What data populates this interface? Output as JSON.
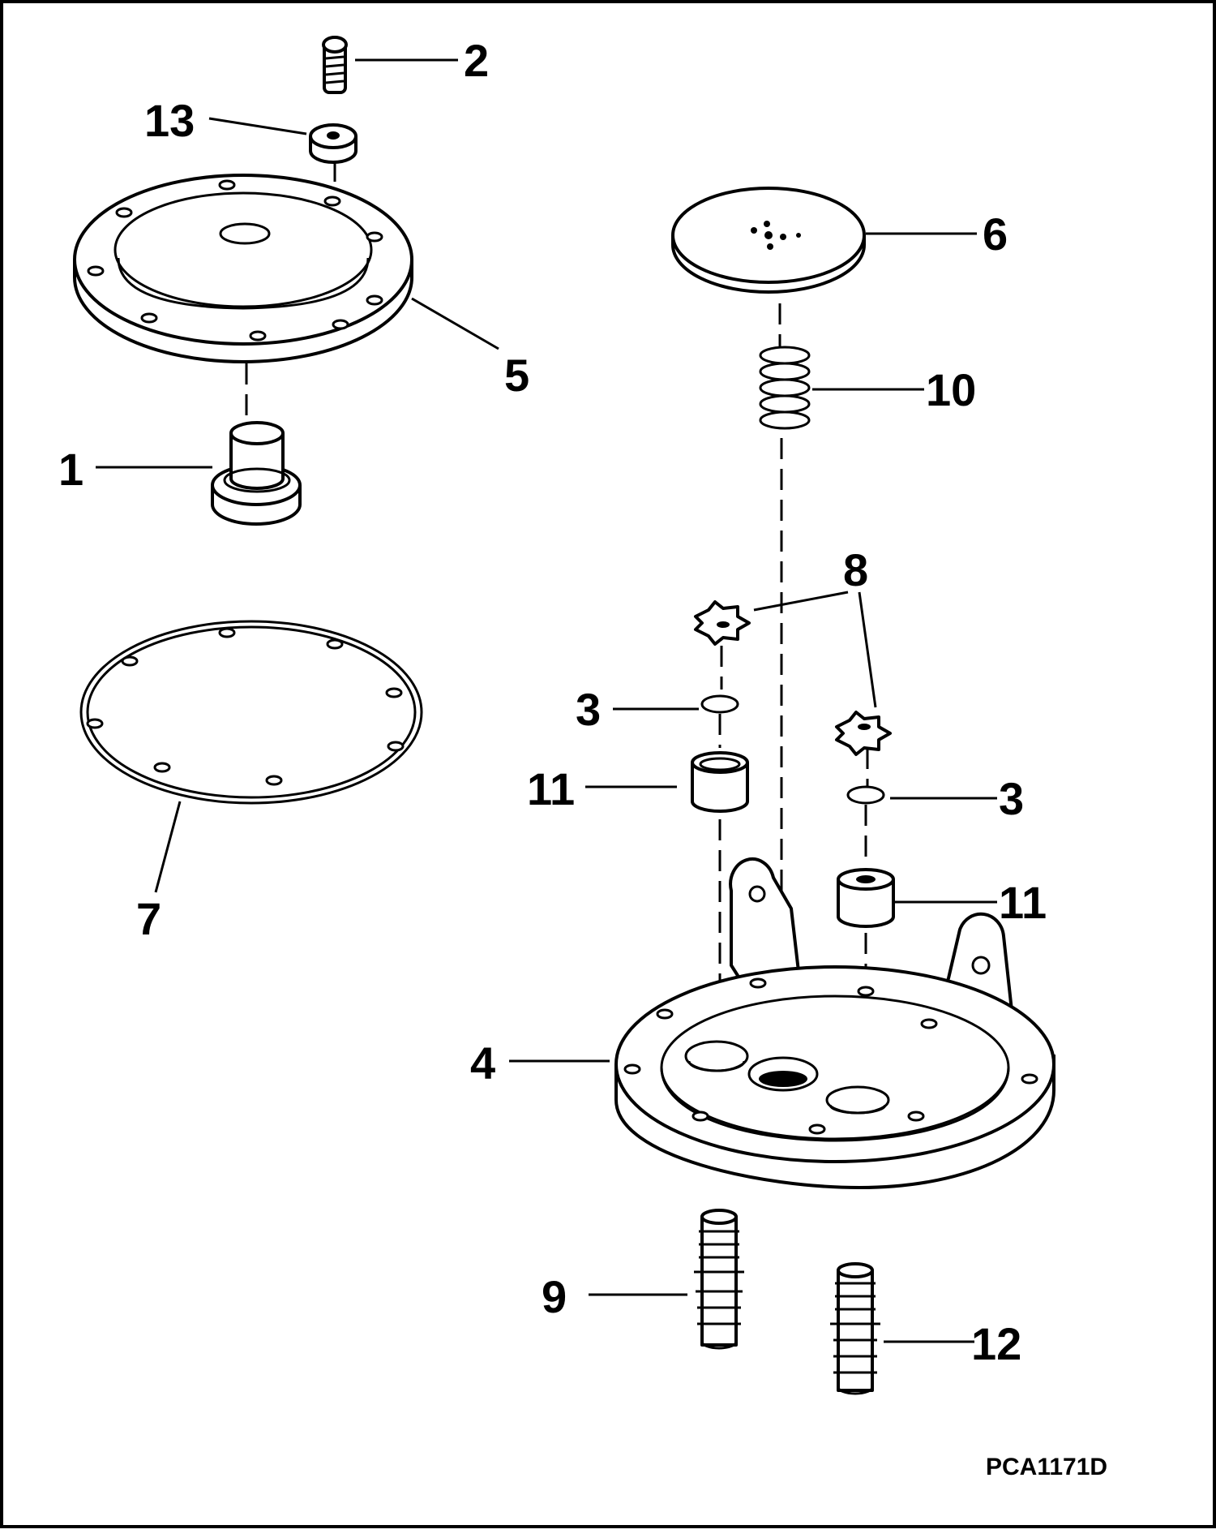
{
  "figure_code": "PCA1171D",
  "callouts": {
    "p1": "1",
    "p2": "2",
    "p3a": "3",
    "p3b": "3",
    "p4": "4",
    "p5": "5",
    "p6": "6",
    "p7": "7",
    "p8": "8",
    "p9": "9",
    "p10": "10",
    "p11a": "11",
    "p11b": "11",
    "p12": "12",
    "p13": "13"
  }
}
